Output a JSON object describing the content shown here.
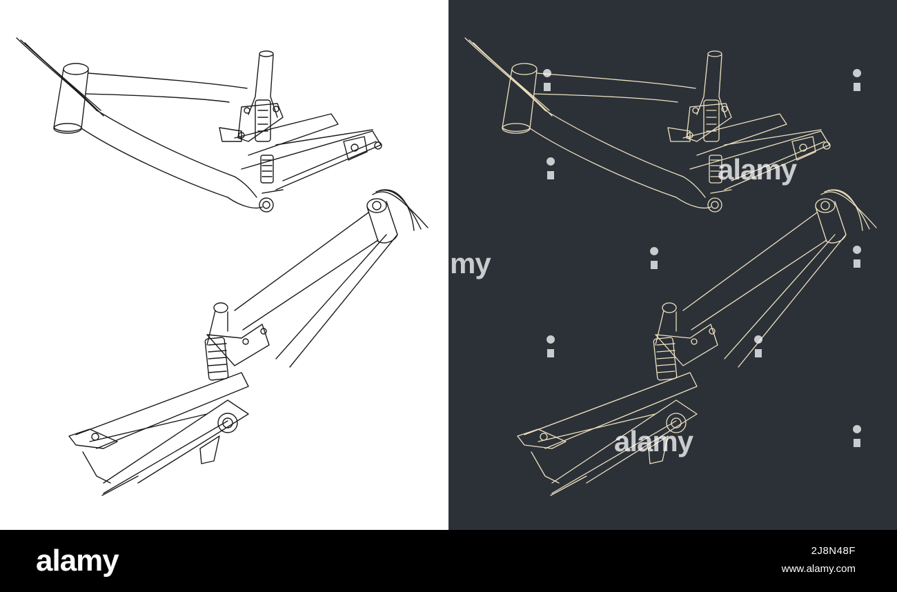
{
  "colors": {
    "light_bg": "#ffffff",
    "light_stroke": "#1a1a1a",
    "dark_bg": "#2c3138",
    "dark_stroke": "#efe2bf",
    "footer_bg": "#000000",
    "footer_text": "#ffffff"
  },
  "watermarks": {
    "mark_text": "alamy",
    "partial_text": "my"
  },
  "footer": {
    "brand": "alamy",
    "image_id": "2J8N48F",
    "url": "www.alamy.com"
  }
}
